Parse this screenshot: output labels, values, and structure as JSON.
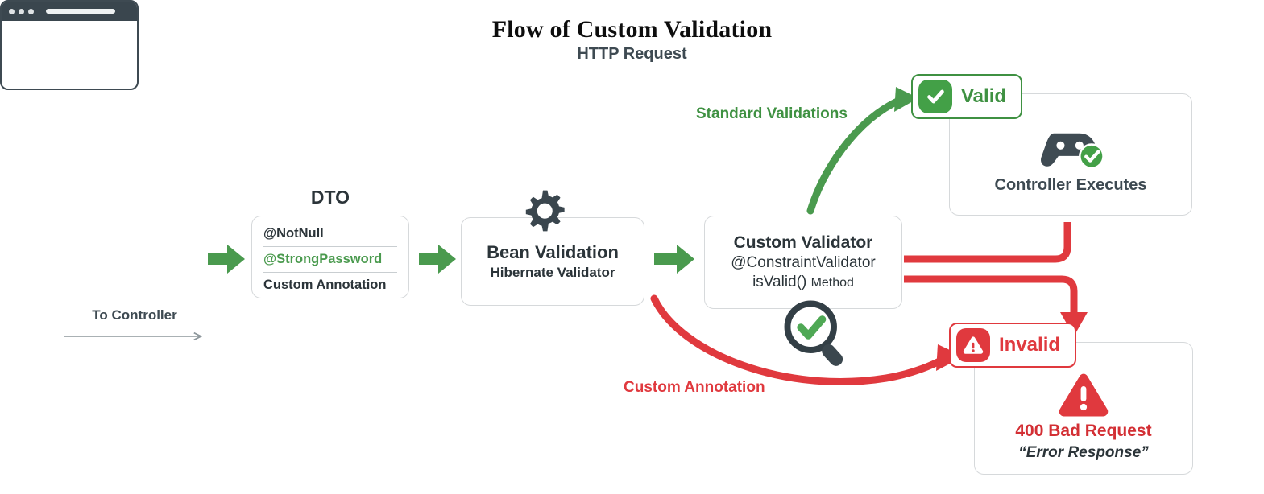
{
  "title": "Flow of Custom Validation",
  "colors": {
    "green": "#3f9142",
    "green_arrow": "#4a9a4e",
    "red": "#e0393e",
    "red_text": "#d32f34",
    "dark": "#2b3439",
    "slate": "#3e4a52",
    "card_border": "#d6d9db"
  },
  "request": {
    "label": "HTTP Request",
    "caption": "To Controller",
    "icon": "browser-window-icon"
  },
  "dto": {
    "title": "DTO",
    "rows": [
      {
        "text": "@NotNull",
        "style": "dark"
      },
      {
        "text": "@StrongPassword",
        "style": "green"
      },
      {
        "text": "Custom Annotation",
        "style": "dark"
      }
    ]
  },
  "bean": {
    "title": "Bean Validation",
    "subtitle": "Hibernate Validator",
    "icon": "gear-icon"
  },
  "validator": {
    "title": "Custom Validator",
    "line2": "@ConstraintValidator",
    "line3_code": "isValid()",
    "line3_rest": "Method",
    "icon": "magnifier-check-icon"
  },
  "valid_branch": {
    "badge_label": "Valid",
    "badge_icon": "check-badge-icon",
    "arrow_label": "Standard Validations",
    "card_label": "Controller Executes",
    "card_icon": "gamepad-check-icon"
  },
  "invalid_branch": {
    "badge_label": "Invalid",
    "badge_icon": "warning-badge-icon",
    "arrow_label": "Custom Annotation",
    "card_icon": "warning-triangle-icon",
    "status": "400 Bad Request",
    "note": "“Error Response”"
  }
}
